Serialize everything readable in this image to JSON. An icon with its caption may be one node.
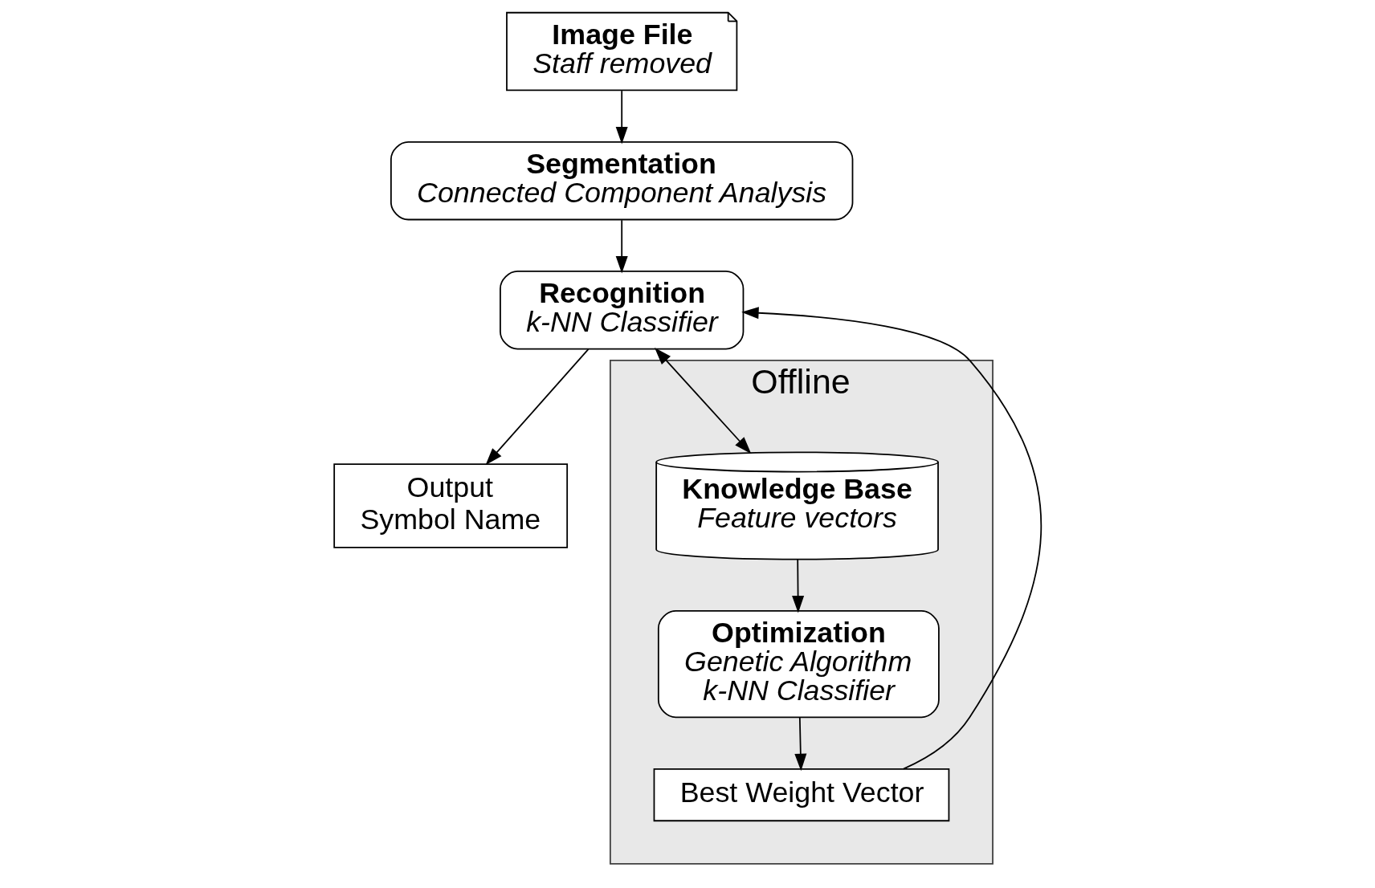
{
  "diagram": {
    "nodes": [
      {
        "text": [
          "Image File",
          "Staff removed"
        ]
      },
      {
        "text": [
          "Segmentation",
          "Connected Component Analysis"
        ]
      },
      {
        "text": [
          "Recognition",
          "k-NN Classifier"
        ]
      },
      {
        "text": [
          "Output",
          "Symbol Name"
        ]
      },
      {
        "text": [
          "Offline"
        ]
      },
      {
        "text": [
          "Knowledge Base",
          "Feature vectors"
        ],
        "in": 4
      },
      {
        "text": [
          "Optimization",
          "Genetic Algorithm",
          "k-NN Classifier"
        ],
        "in": 4
      },
      {
        "text": [
          "Best Weight Vector"
        ],
        "in": 4
      }
    ],
    "edges": [
      {
        "from": 0,
        "to": 1,
        "arrow": "to"
      },
      {
        "from": 1,
        "to": 2,
        "arrow": "to"
      },
      {
        "from": 2,
        "to": 3,
        "arrow": "to"
      },
      {
        "from": 2,
        "to": 5,
        "arrow": "both"
      },
      {
        "from": 5,
        "to": 6,
        "arrow": "to"
      },
      {
        "from": 6,
        "to": 7,
        "arrow": "to"
      },
      {
        "from": 7,
        "to": 2,
        "arrow": "to"
      }
    ]
  }
}
